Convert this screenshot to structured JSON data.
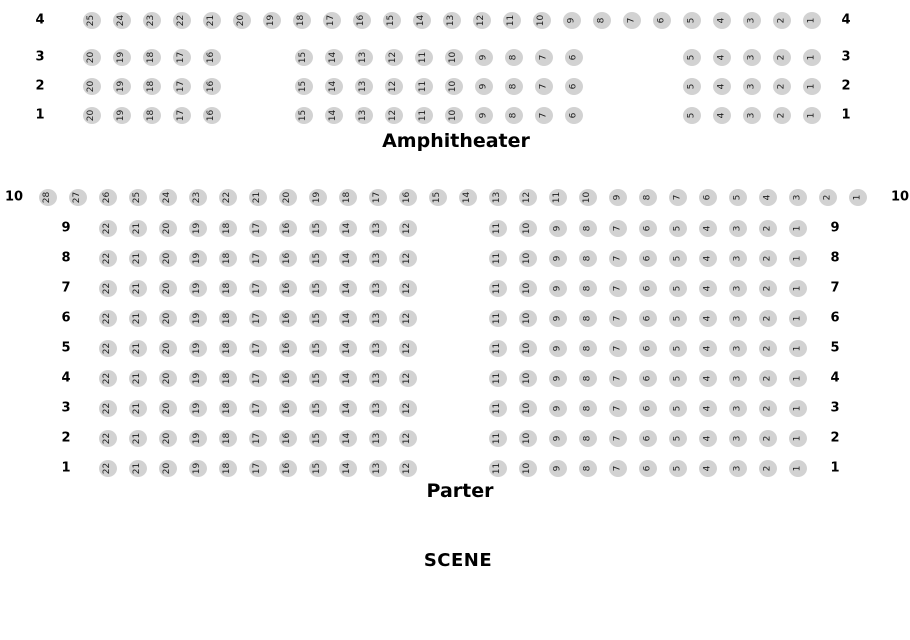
{
  "colors": {
    "seat_fill": "#d2d2d2",
    "seat_number": "#1c1c1c",
    "label_text": "#000000"
  },
  "stage": {
    "label": "SCENE"
  },
  "sections": {
    "amphitheater": {
      "title": "Amphitheater",
      "rows": [
        {
          "label": "4",
          "blocks": [
            {
              "seats": [
                "25",
                "24",
                "23",
                "22",
                "21",
                "20",
                "19",
                "18",
                "17",
                "16",
                "15",
                "14",
                "13",
                "12",
                "11",
                "10",
                "9",
                "8",
                "7",
                "6",
                "5",
                "4",
                "3",
                "2",
                "1"
              ]
            }
          ]
        },
        {
          "label": "3",
          "blocks": [
            {
              "seats": [
                "20",
                "19",
                "18",
                "17",
                "16"
              ]
            },
            {
              "seats": [
                "15",
                "14",
                "13",
                "12",
                "11",
                "10",
                "9",
                "8",
                "7",
                "6"
              ]
            },
            {
              "seats": [
                "5",
                "4",
                "3",
                "2",
                "1"
              ]
            }
          ]
        },
        {
          "label": "2",
          "blocks": [
            {
              "seats": [
                "20",
                "19",
                "18",
                "17",
                "16"
              ]
            },
            {
              "seats": [
                "15",
                "14",
                "13",
                "12",
                "11",
                "10",
                "9",
                "8",
                "7",
                "6"
              ]
            },
            {
              "seats": [
                "5",
                "4",
                "3",
                "2",
                "1"
              ]
            }
          ]
        },
        {
          "label": "1",
          "blocks": [
            {
              "seats": [
                "20",
                "19",
                "18",
                "17",
                "16"
              ]
            },
            {
              "seats": [
                "15",
                "14",
                "13",
                "12",
                "11",
                "10",
                "9",
                "8",
                "7",
                "6"
              ]
            },
            {
              "seats": [
                "5",
                "4",
                "3",
                "2",
                "1"
              ]
            }
          ]
        }
      ]
    },
    "parter": {
      "title": "Parter",
      "rows": [
        {
          "label": "10",
          "blocks": [
            {
              "seats": [
                "28",
                "27",
                "26",
                "25",
                "24",
                "23",
                "22",
                "21",
                "20",
                "19",
                "18",
                "17",
                "16",
                "15",
                "14",
                "13",
                "12",
                "11",
                "10",
                "9",
                "8",
                "7",
                "6",
                "5",
                "4",
                "3",
                "2",
                "1"
              ]
            }
          ]
        },
        {
          "label": "9",
          "blocks": [
            {
              "seats": [
                "22",
                "21",
                "20",
                "19",
                "18",
                "17",
                "16",
                "15",
                "14",
                "13",
                "12"
              ]
            },
            {
              "seats": [
                "11",
                "10",
                "9",
                "8",
                "7",
                "6",
                "5",
                "4",
                "3",
                "2",
                "1"
              ]
            }
          ]
        },
        {
          "label": "8",
          "blocks": [
            {
              "seats": [
                "22",
                "21",
                "20",
                "19",
                "18",
                "17",
                "16",
                "15",
                "14",
                "13",
                "12"
              ]
            },
            {
              "seats": [
                "11",
                "10",
                "9",
                "8",
                "7",
                "6",
                "5",
                "4",
                "3",
                "2",
                "1"
              ]
            }
          ]
        },
        {
          "label": "7",
          "blocks": [
            {
              "seats": [
                "22",
                "21",
                "20",
                "19",
                "18",
                "17",
                "16",
                "15",
                "14",
                "13",
                "12"
              ]
            },
            {
              "seats": [
                "11",
                "10",
                "9",
                "8",
                "7",
                "6",
                "5",
                "4",
                "3",
                "2",
                "1"
              ]
            }
          ]
        },
        {
          "label": "6",
          "blocks": [
            {
              "seats": [
                "22",
                "21",
                "20",
                "19",
                "18",
                "17",
                "16",
                "15",
                "14",
                "13",
                "12"
              ]
            },
            {
              "seats": [
                "11",
                "10",
                "9",
                "8",
                "7",
                "6",
                "5",
                "4",
                "3",
                "2",
                "1"
              ]
            }
          ]
        },
        {
          "label": "5",
          "blocks": [
            {
              "seats": [
                "22",
                "21",
                "20",
                "19",
                "18",
                "17",
                "16",
                "15",
                "14",
                "13",
                "12"
              ]
            },
            {
              "seats": [
                "11",
                "10",
                "9",
                "8",
                "7",
                "6",
                "5",
                "4",
                "3",
                "2",
                "1"
              ]
            }
          ]
        },
        {
          "label": "4",
          "blocks": [
            {
              "seats": [
                "22",
                "21",
                "20",
                "19",
                "18",
                "17",
                "16",
                "15",
                "14",
                "13",
                "12"
              ]
            },
            {
              "seats": [
                "11",
                "10",
                "9",
                "8",
                "7",
                "6",
                "5",
                "4",
                "3",
                "2",
                "1"
              ]
            }
          ]
        },
        {
          "label": "3",
          "blocks": [
            {
              "seats": [
                "22",
                "21",
                "20",
                "19",
                "18",
                "17",
                "16",
                "15",
                "14",
                "13",
                "12"
              ]
            },
            {
              "seats": [
                "11",
                "10",
                "9",
                "8",
                "7",
                "6",
                "5",
                "4",
                "3",
                "2",
                "1"
              ]
            }
          ]
        },
        {
          "label": "2",
          "blocks": [
            {
              "seats": [
                "22",
                "21",
                "20",
                "19",
                "18",
                "17",
                "16",
                "15",
                "14",
                "13",
                "12"
              ]
            },
            {
              "seats": [
                "11",
                "10",
                "9",
                "8",
                "7",
                "6",
                "5",
                "4",
                "3",
                "2",
                "1"
              ]
            }
          ]
        },
        {
          "label": "1",
          "blocks": [
            {
              "seats": [
                "22",
                "21",
                "20",
                "19",
                "18",
                "17",
                "16",
                "15",
                "14",
                "13",
                "12"
              ]
            },
            {
              "seats": [
                "11",
                "10",
                "9",
                "8",
                "7",
                "6",
                "5",
                "4",
                "3",
                "2",
                "1"
              ]
            }
          ]
        }
      ]
    }
  }
}
